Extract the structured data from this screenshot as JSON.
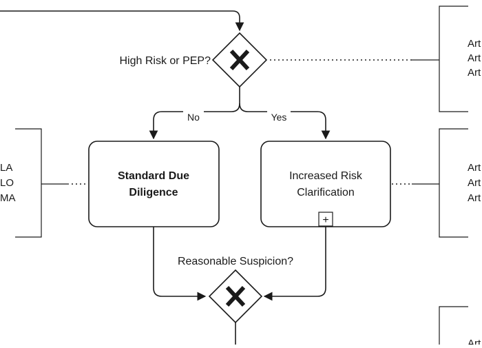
{
  "diagram": {
    "gateway_top": {
      "label": "High Risk or PEP?"
    },
    "branch_no": "No",
    "branch_yes": "Yes",
    "task_standard": {
      "line1": "Standard Due",
      "line2": "Diligence"
    },
    "task_increased": {
      "line1": "Increased Risk",
      "line2": "Clarification",
      "marker": "+"
    },
    "gateway_bottom": {
      "label": "Reasonable Suspicion?"
    },
    "annotation_right_top": [
      "Art",
      "Art",
      "Art"
    ],
    "annotation_right_middle": [
      "Art",
      "Art",
      "Art"
    ],
    "annotation_left": [
      "LA",
      "LO",
      "MA"
    ],
    "annotation_right_bottom": [
      "Art"
    ]
  },
  "colors": {
    "stroke": "#1a1a1a",
    "background": "#ffffff"
  }
}
